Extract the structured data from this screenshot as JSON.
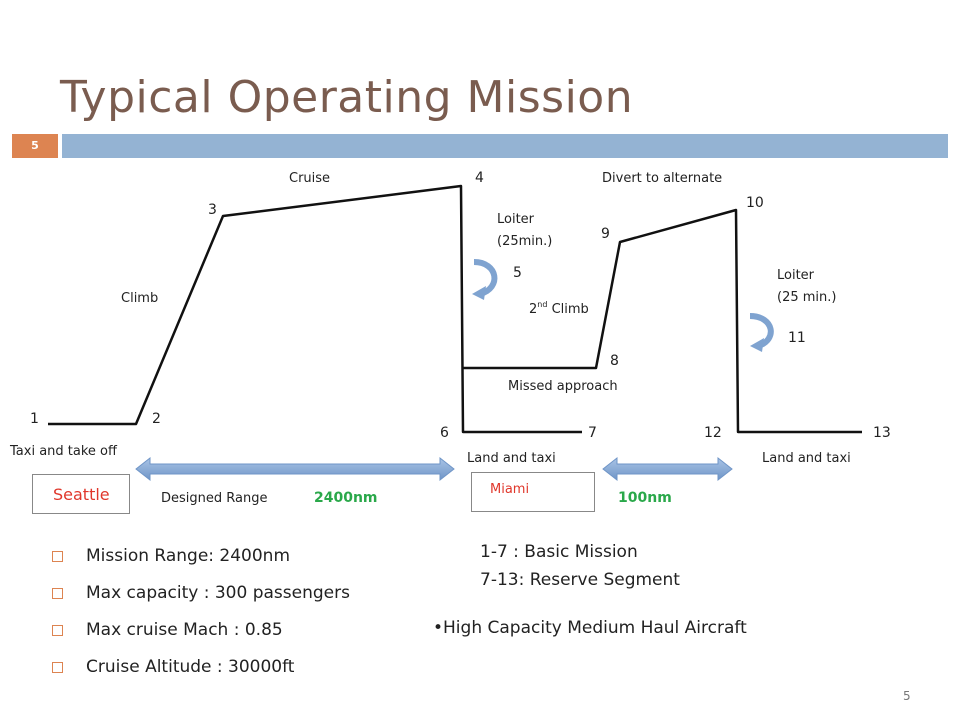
{
  "slide": {
    "title": "Typical Operating Mission",
    "slide_number_badge": "5",
    "page_number": "5",
    "accent_color": "#dd8451",
    "bar_color": "#94b3d3",
    "title_color": "#7a5c4f"
  },
  "diagram": {
    "labels": {
      "cruise": "Cruise",
      "divert": "Divert to alternate",
      "climb": "Climb",
      "loiter1_line1": "Loiter",
      "loiter1_line2": "(25min.)",
      "loiter2_line1": "Loiter",
      "loiter2_line2": "(25 min.)",
      "second_climb_base": "2",
      "second_climb_sup": "nd",
      "second_climb_rest": " Climb",
      "missed_approach": "Missed approach",
      "taxi_takeoff": "Taxi and take off",
      "land_taxi_1": "Land and taxi",
      "land_taxi_2": "Land and taxi",
      "designed_range": "Designed Range",
      "range_value": "2400nm",
      "reserve_value": "100nm"
    },
    "points": {
      "p1": "1",
      "p2": "2",
      "p3": "3",
      "p4": "4",
      "p5": "5",
      "p6": "6",
      "p7": "7",
      "p8": "8",
      "p9": "9",
      "p10": "10",
      "p11": "11",
      "p12": "12",
      "p13": "13"
    },
    "cities": {
      "origin": "Seattle",
      "destination": "Miami"
    },
    "colors": {
      "city_text": "#e0372b",
      "range_text": "#2aa84a",
      "arrow_fill": "#8db0d9",
      "loiter_arrow": "#7fa3d0"
    }
  },
  "specs": [
    "Mission Range: 2400nm",
    "Max capacity : 300 passengers",
    "Max cruise Mach : 0.85",
    "Cruise Altitude : 30000ft"
  ],
  "mission_segments": [
    "1-7 : Basic Mission",
    "7-13: Reserve Segment"
  ],
  "aircraft_note": "•High Capacity Medium Haul Aircraft"
}
